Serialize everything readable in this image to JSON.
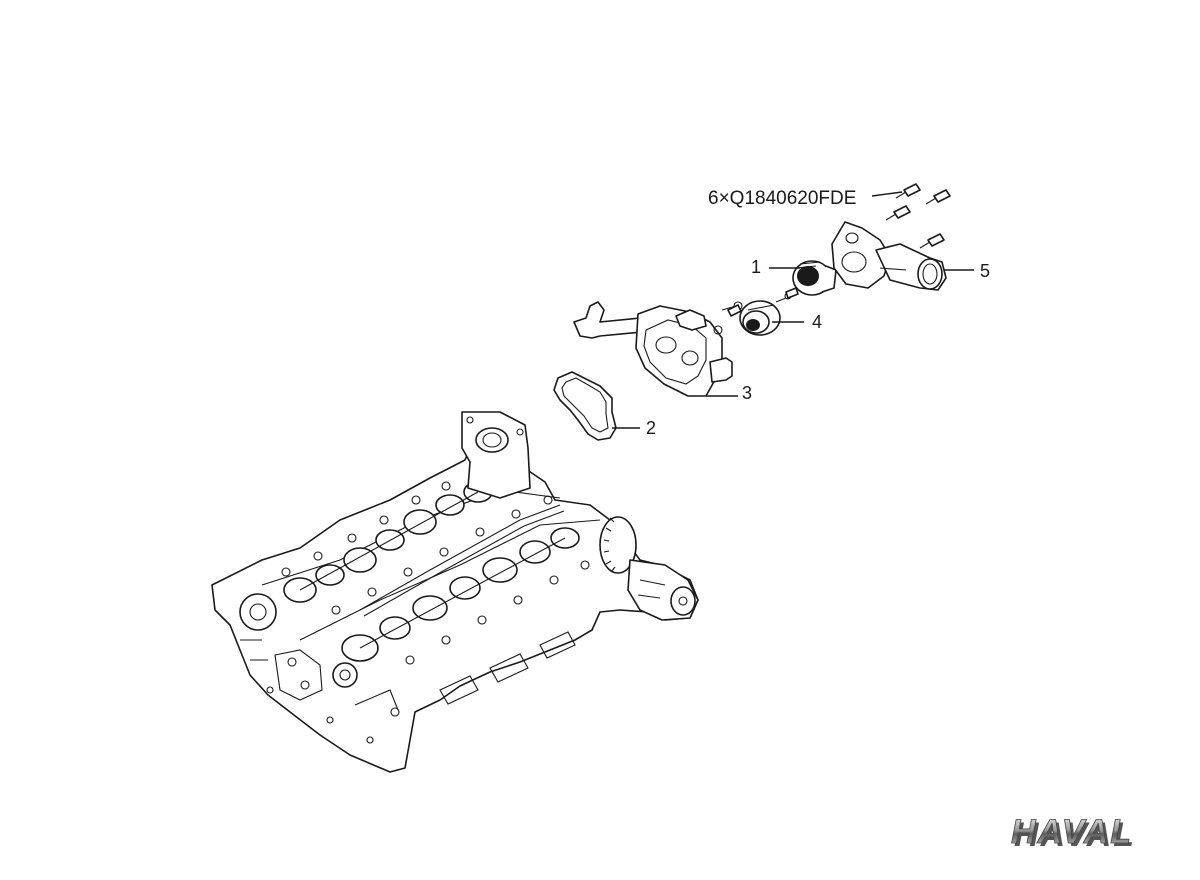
{
  "diagram": {
    "fastener_note": "6×Q1840620FDE",
    "callouts": [
      {
        "id": "1",
        "label": "1"
      },
      {
        "id": "2",
        "label": "2"
      },
      {
        "id": "3",
        "label": "3"
      },
      {
        "id": "4",
        "label": "4"
      },
      {
        "id": "5",
        "label": "5"
      }
    ],
    "logo": {
      "text": "HAVAL",
      "color": "#9a9a9a"
    },
    "line_color": "#1a1a1a"
  }
}
